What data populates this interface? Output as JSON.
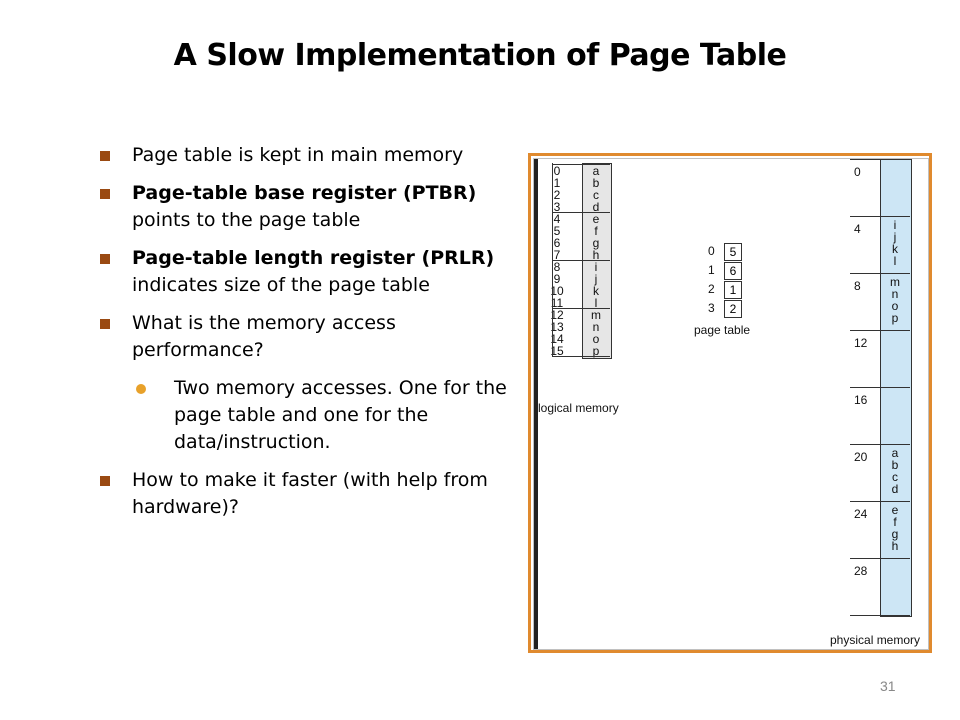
{
  "title": "A Slow Implementation of Page Table",
  "bullets": [
    {
      "text": "Page table is kept in main memory"
    },
    {
      "bold": "Page-table base register (PTBR)",
      "text": "points to the page table"
    },
    {
      "bold": "Page-table length register (PRLR)",
      "text": "indicates size of the page table"
    },
    {
      "text": "What is the memory access performance?"
    },
    {
      "sub": "Two memory accesses.  One for the page table and one for the data/instruction."
    },
    {
      "text": "How to make it faster (with help from hardware)?"
    }
  ],
  "figure": {
    "logical_memory": {
      "label": "logical memory",
      "addresses": [
        "0",
        "1",
        "2",
        "3",
        "4",
        "5",
        "6",
        "7",
        "8",
        "9",
        "10",
        "11",
        "12",
        "13",
        "14",
        "15"
      ],
      "contents": [
        "a",
        "b",
        "c",
        "d",
        "e",
        "f",
        "g",
        "h",
        "i",
        "j",
        "k",
        "l",
        "m",
        "n",
        "o",
        "p"
      ]
    },
    "page_table": {
      "label": "page table",
      "indices": [
        "0",
        "1",
        "2",
        "3"
      ],
      "frames": [
        "5",
        "6",
        "1",
        "2"
      ]
    },
    "physical_memory": {
      "label": "physical memory",
      "addresses": [
        "0",
        "4",
        "8",
        "12",
        "16",
        "20",
        "24",
        "28"
      ],
      "frames": [
        [],
        [
          "i",
          "j",
          "k",
          "l"
        ],
        [
          "m",
          "n",
          "o",
          "p"
        ],
        [],
        [],
        [
          "a",
          "b",
          "c",
          "d"
        ],
        [
          "e",
          "f",
          "g",
          "h"
        ],
        []
      ]
    }
  },
  "page_number": "31"
}
